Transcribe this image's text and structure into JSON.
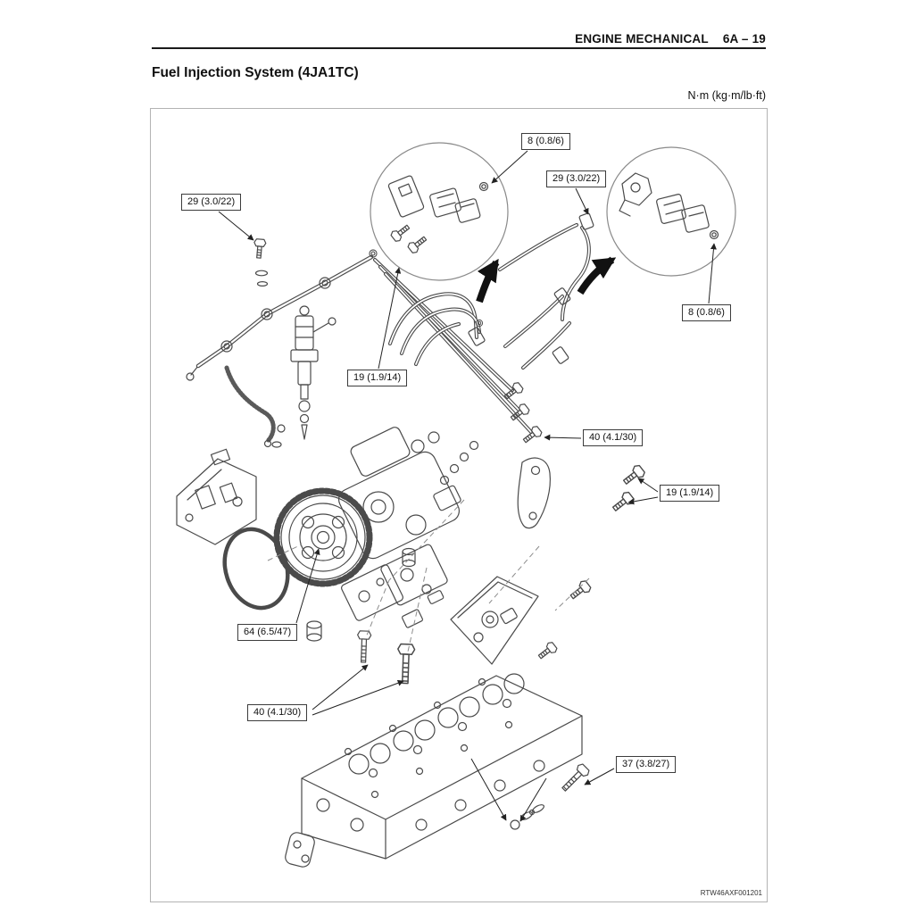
{
  "page": {
    "header_left": "ENGINE MECHANICAL",
    "header_right": "6A – 19",
    "title": "Fuel Injection System (4JA1TC)",
    "units_label": "N·m (kg·m/lb·ft)",
    "figure_code": "RTW46AXF001201"
  },
  "callouts": [
    {
      "id": "torque-8-top",
      "label": "8 (0.8/6)"
    },
    {
      "id": "torque-29-right",
      "label": "29 (3.0/22)"
    },
    {
      "id": "torque-29-left",
      "label": "29 (3.0/22)"
    },
    {
      "id": "torque-8-right",
      "label": "8 (0.8/6)"
    },
    {
      "id": "torque-19-upper",
      "label": "19 (1.9/14)"
    },
    {
      "id": "torque-40-upper",
      "label": "40 (4.1/30)"
    },
    {
      "id": "torque-19-lower",
      "label": "19 (1.9/14)"
    },
    {
      "id": "torque-64",
      "label": "64 (6.5/47)"
    },
    {
      "id": "torque-40-lower",
      "label": "40 (4.1/30)"
    },
    {
      "id": "torque-37",
      "label": "37 (3.8/27)"
    }
  ]
}
